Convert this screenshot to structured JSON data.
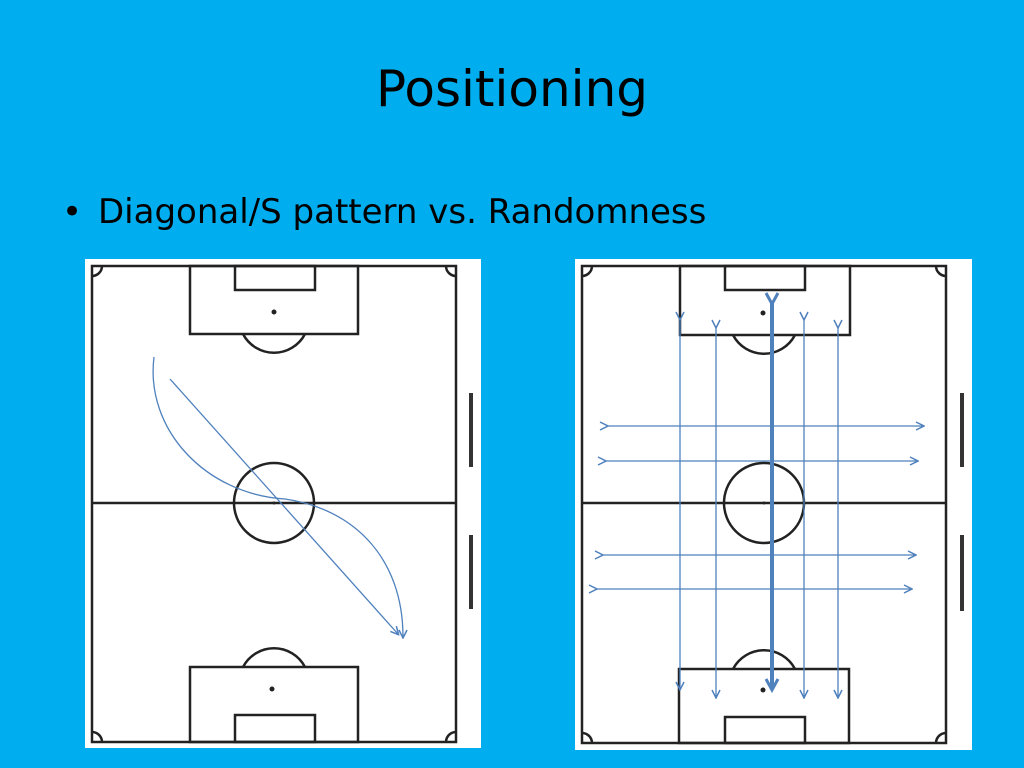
{
  "slide": {
    "title": "Positioning",
    "bullet_symbol": "•",
    "bullet_text": "Diagonal/S pattern vs. Randomness"
  },
  "colors": {
    "background": "#00AEEF",
    "pitch": "#FFFFFF",
    "pitch_lines": "#222222",
    "arrows": "#4F81BD"
  },
  "diagrams": [
    {
      "name": "diagonal-s-pattern",
      "path_description": "S-shaped and diagonal runs"
    },
    {
      "name": "randomness",
      "path_description": "horizontal and vertical runs"
    }
  ]
}
